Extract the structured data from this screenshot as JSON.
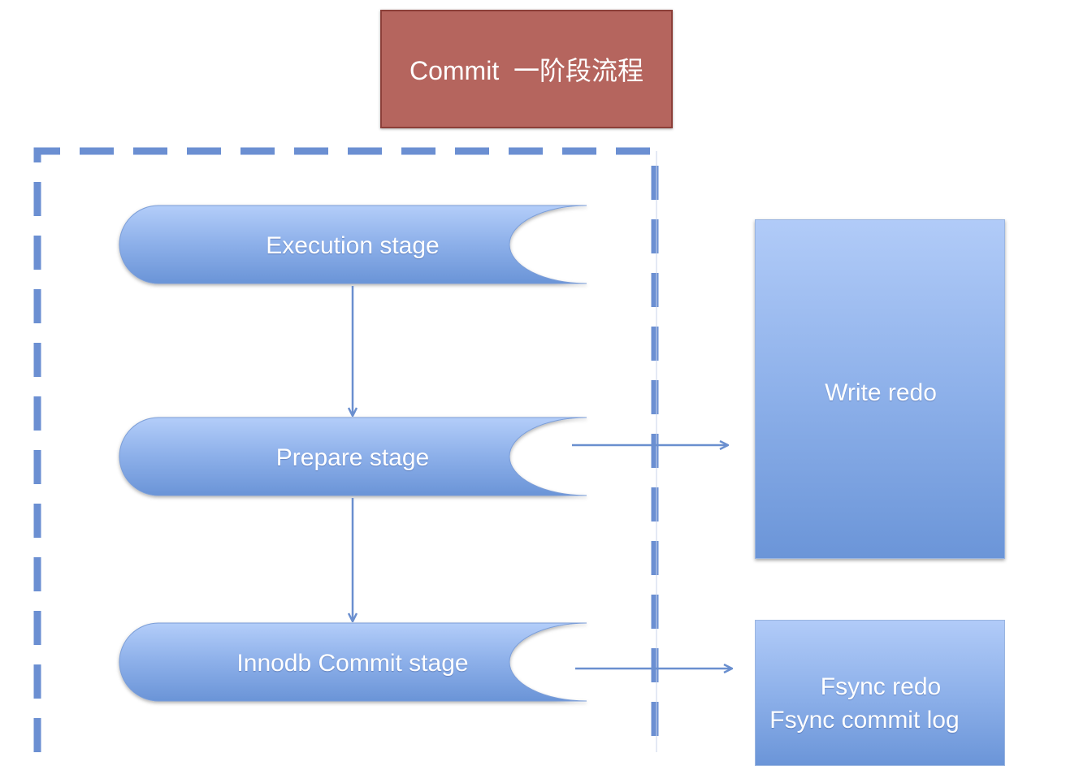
{
  "title": {
    "text": "Commit  一阶段流程"
  },
  "stages": [
    {
      "id": "execution",
      "label": "Execution stage"
    },
    {
      "id": "prepare",
      "label": "Prepare stage"
    },
    {
      "id": "innodb-commit",
      "label": "Innodb Commit stage"
    }
  ],
  "side_boxes": [
    {
      "id": "write-redo",
      "lines": [
        "Write redo"
      ]
    },
    {
      "id": "fsync",
      "lines": [
        "Fsync redo",
        "Fsync commit log"
      ]
    }
  ],
  "colors": {
    "title_fill": "#b5655e",
    "stage_gradient_top": "#b1cbf8",
    "stage_gradient_bottom": "#6b95d8",
    "dashed_border": "#6b8fd2",
    "arrow": "#6a8fcf"
  }
}
